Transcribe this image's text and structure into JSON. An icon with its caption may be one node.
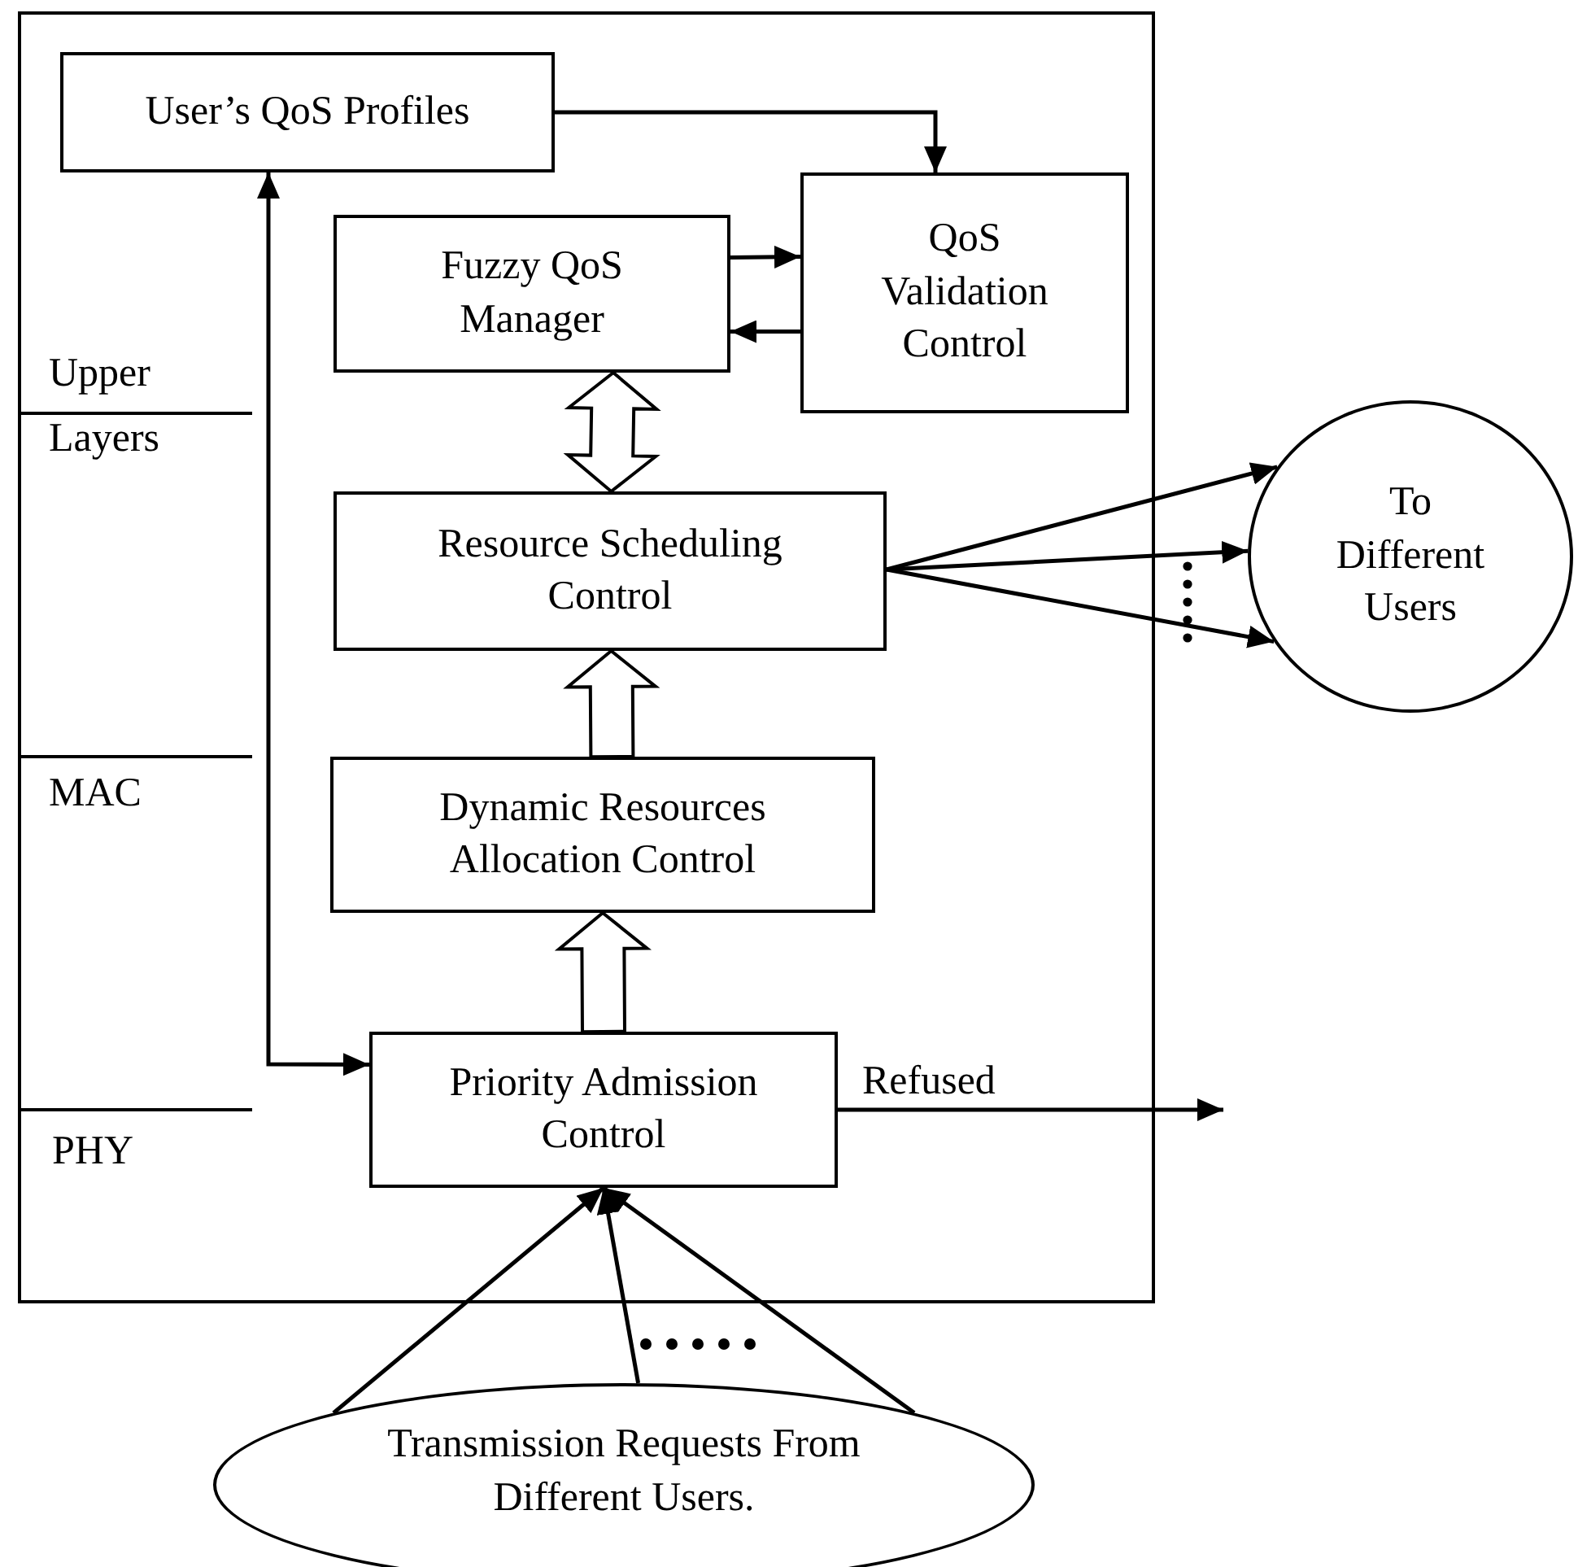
{
  "diagram": {
    "nodes": [
      {
        "text": [],
        "shape": "box"
      },
      {
        "text": [
          "User’s QoS Profiles"
        ],
        "in": 0
      },
      {
        "text": [
          "Fuzzy QoS Manager"
        ],
        "in": 0
      },
      {
        "text": [
          "QoS Validation Control"
        ],
        "in": 0
      },
      {
        "text": [
          "Resource Scheduling Control"
        ],
        "in": 0
      },
      {
        "text": [
          "Dynamic Resources Allocation Control"
        ],
        "in": 0
      },
      {
        "text": [
          "Priority Admission Control"
        ],
        "in": 0
      },
      {
        "text": [
          "To Different Users"
        ]
      },
      {
        "text": [
          "Transmission Requests From Different Users."
        ]
      }
    ],
    "edges": [
      {
        "from": 1,
        "to": 3,
        "arrow": "to"
      },
      {
        "from": 2,
        "to": 3,
        "arrow": "to"
      },
      {
        "from": 3,
        "to": 2,
        "arrow": "to"
      },
      {
        "from": 2,
        "to": 4,
        "arrow": "both",
        "style": "thick"
      },
      {
        "from": 5,
        "to": 4,
        "arrow": "to",
        "style": "thick"
      },
      {
        "from": 6,
        "to": 5,
        "arrow": "to",
        "style": "thick"
      },
      {
        "from": 6,
        "to": 1,
        "arrow": "both"
      },
      {
        "from": 4,
        "to": 7,
        "arrow": "to"
      },
      {
        "from": 4,
        "to": 7,
        "arrow": "to"
      },
      {
        "from": 4,
        "to": 7,
        "arrow": "to"
      },
      {
        "from": 6,
        "to": null,
        "arrow": "to",
        "label": "Refused"
      },
      {
        "from": 8,
        "to": 6,
        "arrow": "to"
      },
      {
        "from": 8,
        "to": 6,
        "arrow": "to"
      },
      {
        "from": 8,
        "to": 6,
        "arrow": "to"
      }
    ],
    "labels": [
      "Upper Layers",
      "MAC",
      "PHY"
    ]
  }
}
